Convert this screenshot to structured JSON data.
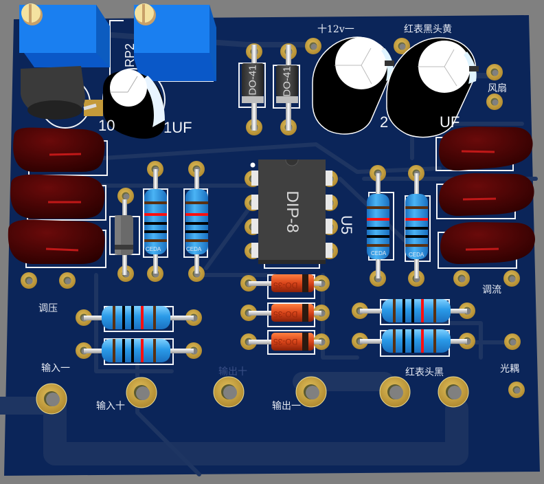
{
  "board": {
    "colors": {
      "substrate": "#0b2559",
      "trace": "#1e3562",
      "pad": "#c49a3a",
      "hole": "#808080",
      "silkscreen": "#f2f4f8",
      "background": "#808080",
      "trimpot": "#1a7ff0",
      "film_cap": "#4a0404",
      "resistor_body": "#3aa0e8",
      "diode_do35": "#d8441a",
      "ic": "#404040"
    }
  },
  "labels": {
    "power_12v": "十12v一",
    "meter_red_black_yellow": "红表黑头黄",
    "fan": "风扇",
    "adjust_voltage": "调压",
    "adjust_current": "调流",
    "input_minus": "输入一",
    "input_plus": "输入十",
    "output_plus": "输出十",
    "output_minus": "输出一",
    "meter_red_black": "红表头黑",
    "optocoupler": "光耦"
  },
  "components": {
    "ic": {
      "package": "DIP-8",
      "ref": "U5"
    },
    "diode_do41_1": {
      "package": "DO-41"
    },
    "diode_do41_2": {
      "package": "DO-41"
    },
    "diode_do35_1": {
      "package": "DO-35"
    },
    "diode_do35_2": {
      "package": "DO-35"
    },
    "diode_do35_3": {
      "package": "DO-35"
    },
    "cap_small": {
      "value_left": "10",
      "value_right": "1UF"
    },
    "cap_large": {
      "value_left": "2",
      "value_right": "UF"
    },
    "trimpot_ref_partial": "RP2",
    "resistor_marking": "CEDA"
  }
}
